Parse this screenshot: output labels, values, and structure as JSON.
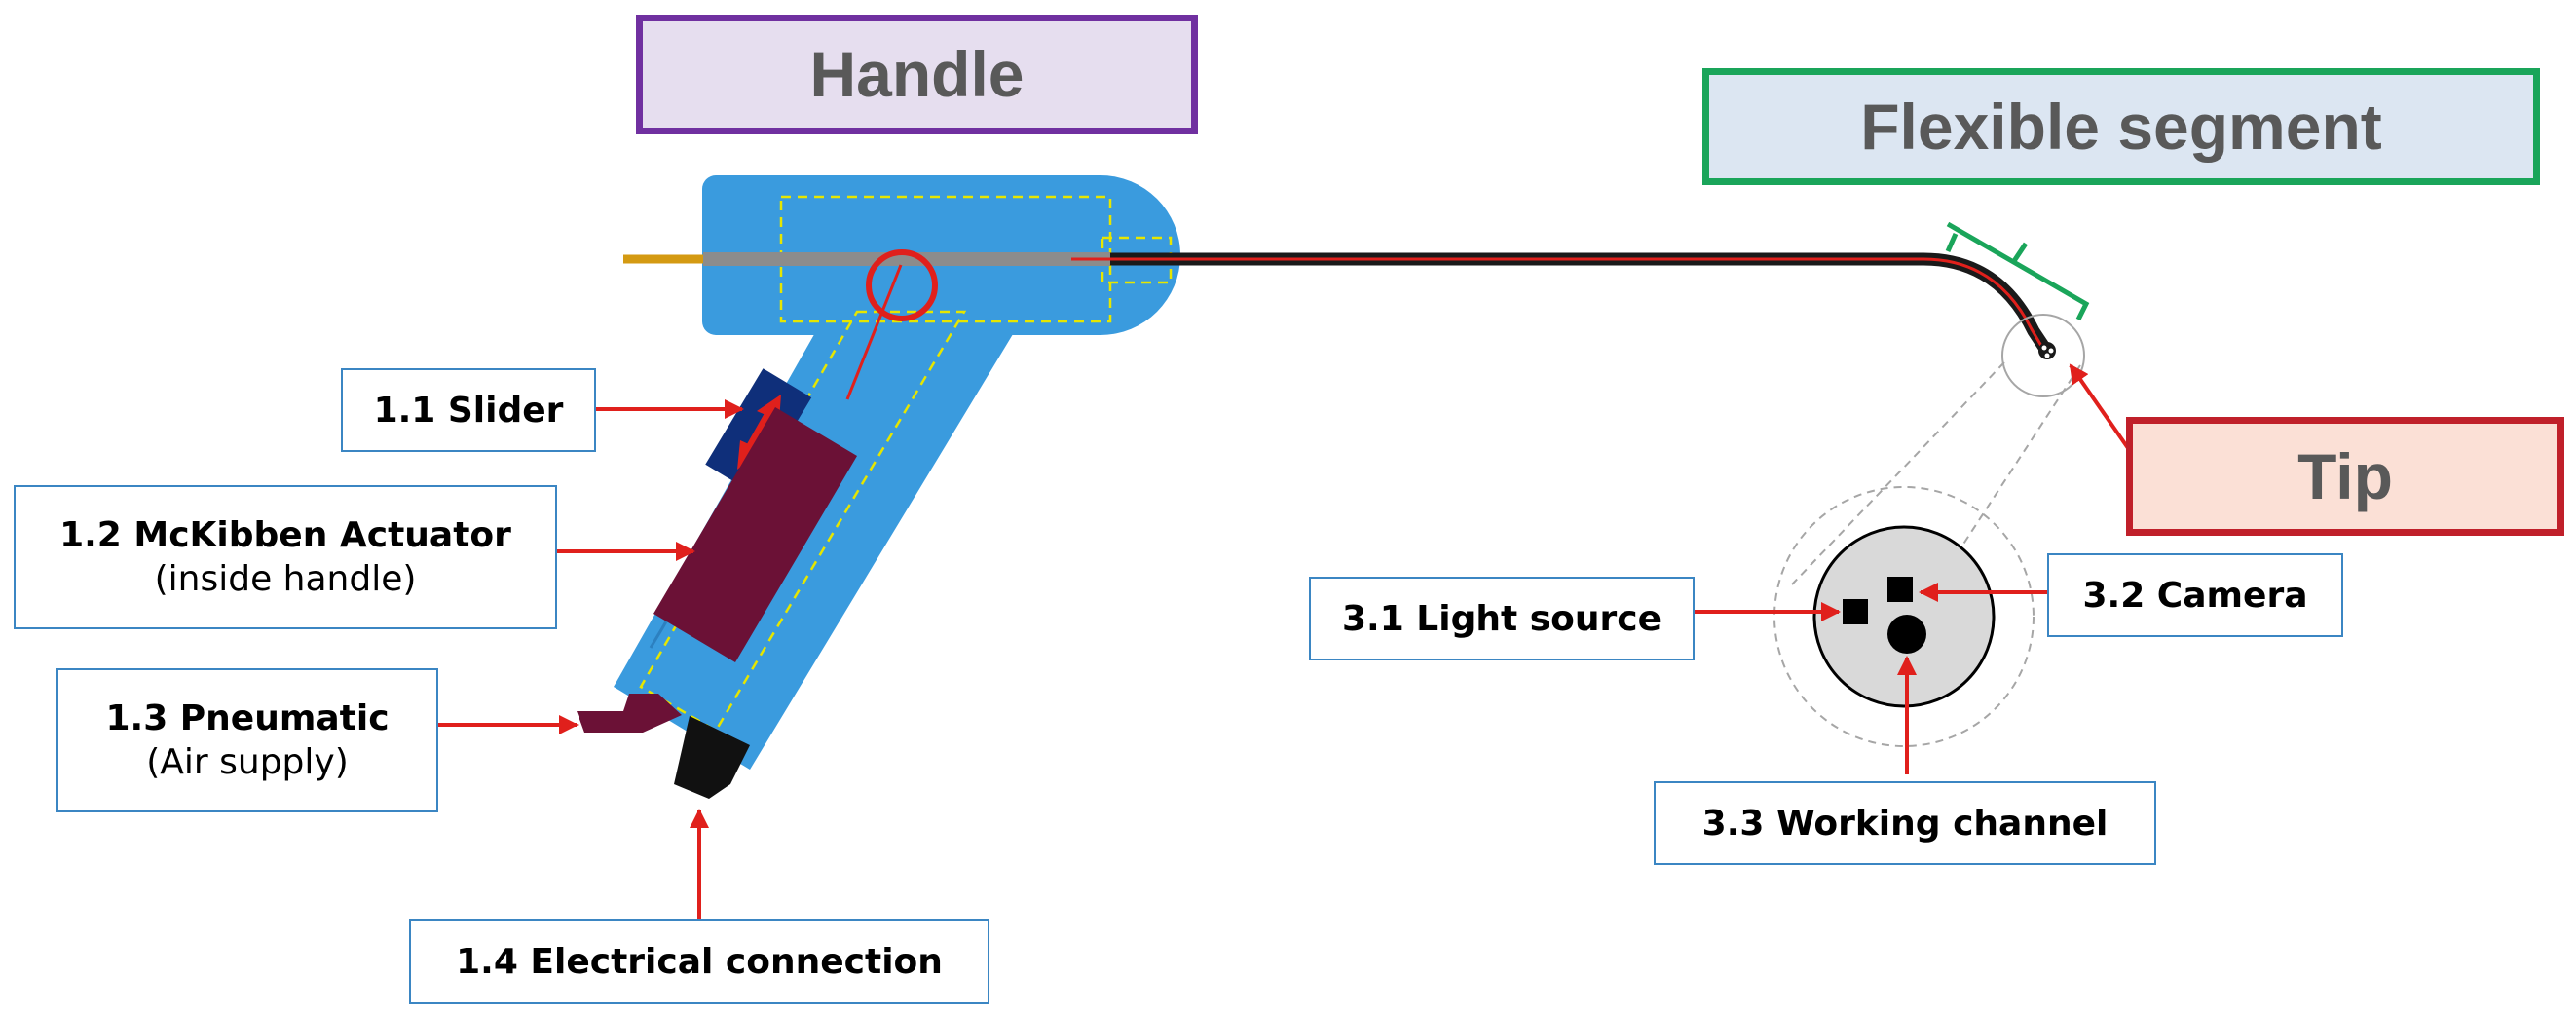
{
  "sections": {
    "handle": "Handle",
    "flexible_segment": "Flexible segment",
    "tip": "Tip"
  },
  "labels": {
    "slider": "1.1 Slider",
    "actuator": "1.2 McKibben Actuator",
    "actuator_note": "(inside handle)",
    "pneumatic": "1.3 Pneumatic",
    "pneumatic_note": "(Air supply)",
    "electrical": "1.4 Electrical connection",
    "light_source": "3.1 Light source",
    "camera": "3.2 Camera",
    "working_channel": "3.3 Working channel"
  },
  "colors": {
    "handle_body": "#3a9bde",
    "handle_border": "#7030a0",
    "handle_fill": "#e6deef",
    "flexible_border": "#1aa55a",
    "flexible_fill": "#dce6f2",
    "tip_border": "#c0202a",
    "tip_fill": "#fbe0d6",
    "arrow": "#e0201c",
    "actuator": "#6b1136",
    "slider": "#0f2f7a",
    "label_border": "#3b86c3"
  }
}
